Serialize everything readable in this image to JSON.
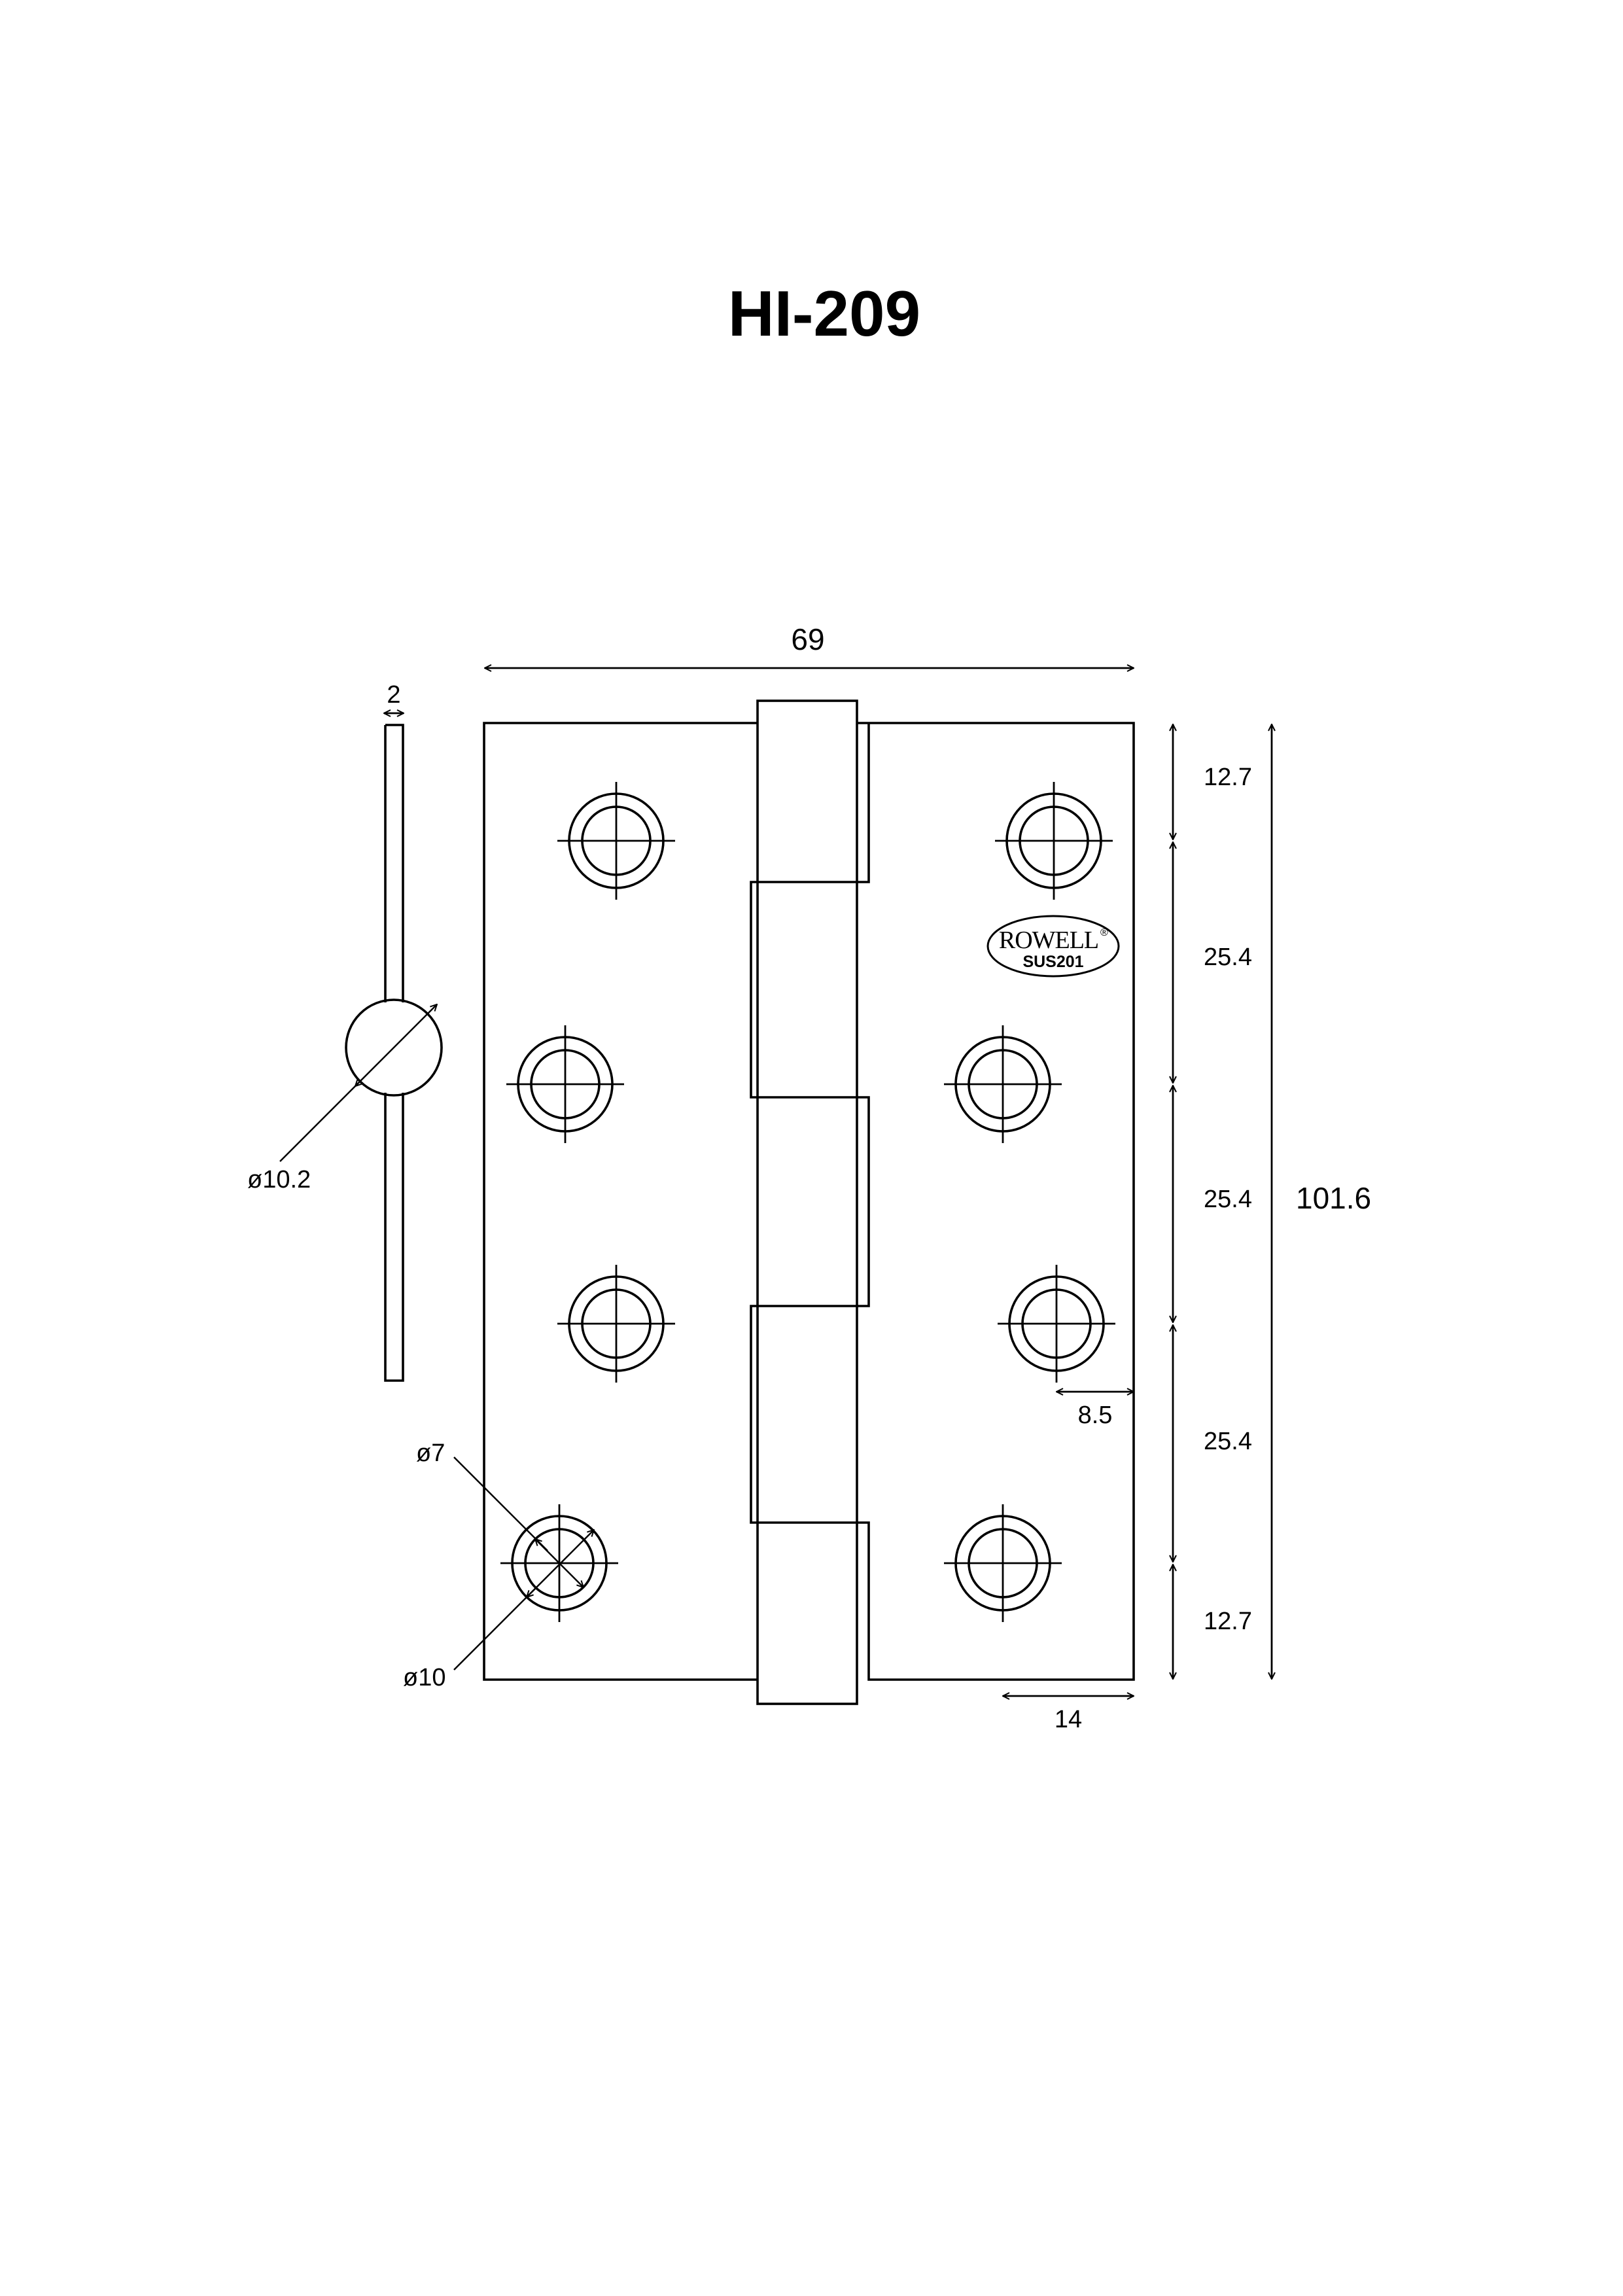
{
  "title": "HI-209",
  "logo": {
    "brand": "ROWELL",
    "registered": "®",
    "material": "SUS201"
  },
  "dimensions": {
    "overall_width": "69",
    "plate_thickness": "2",
    "knuckle_diameter": "ø10.2",
    "hole_inner_diameter": "ø7",
    "hole_outer_diameter": "ø10",
    "hole_edge_offset": "8.5",
    "leaf_hole_offset": "14",
    "overall_height": "101.6",
    "spacing_top": "12.7",
    "spacing_1": "25.4",
    "spacing_2": "25.4",
    "spacing_3": "25.4",
    "spacing_bottom": "12.7"
  }
}
